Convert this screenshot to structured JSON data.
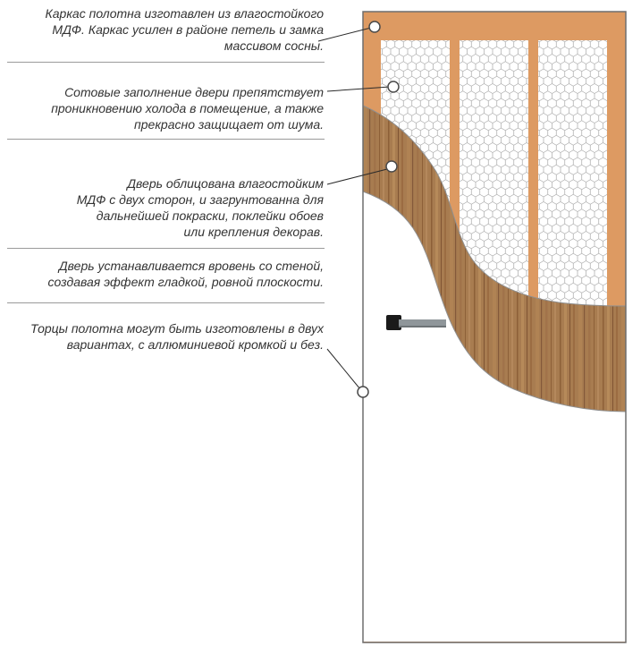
{
  "page": {
    "background": "#ffffff"
  },
  "annotations": [
    {
      "id": "frame",
      "text": "Каркас полотна изготавлен из влагостойкого\nМДФ. Каркас усилен в районе петель и замка\nмассивом сосны."
    },
    {
      "id": "honeycomb",
      "text": "Сотовые заполнение двери препятствует\nпроникновению холода в помещение, а также\nпрекрасно защищает от шума."
    },
    {
      "id": "veneer",
      "text": "Дверь облицована влагостойким\nМДФ с двух сторон, и загрунтованна для\nдальнейшей покраски, поклейки обоев\nили крепления декорав."
    },
    {
      "id": "flush",
      "text": "Дверь устанавливается вровень со стеной,\nсоздавая эффект гладкой, ровной плоскости."
    },
    {
      "id": "edges",
      "text": "Торцы полотна могут быть изготовлены в двух\nвариантах, с аллюминиевой кромкой и без."
    }
  ],
  "diagram": {
    "subject": "door-construction-cutaway",
    "layers": [
      "mdf-frame",
      "honeycomb-filling",
      "wood-veneer",
      "door-surface",
      "door-handle"
    ],
    "colors": {
      "frame_orange": "#DD9A62",
      "wood_base": "#A87C50",
      "surface_white": "#ffffff",
      "outline": "#6e6e6e",
      "wood_edge": "#8f8f8f",
      "honeycomb_line": "#a8a8a8",
      "leader_line": "#2a2a2a",
      "marker_stroke": "#4a4a4a",
      "handle_dark": "#1a1a1a",
      "handle_bar": "#8f969a"
    }
  }
}
